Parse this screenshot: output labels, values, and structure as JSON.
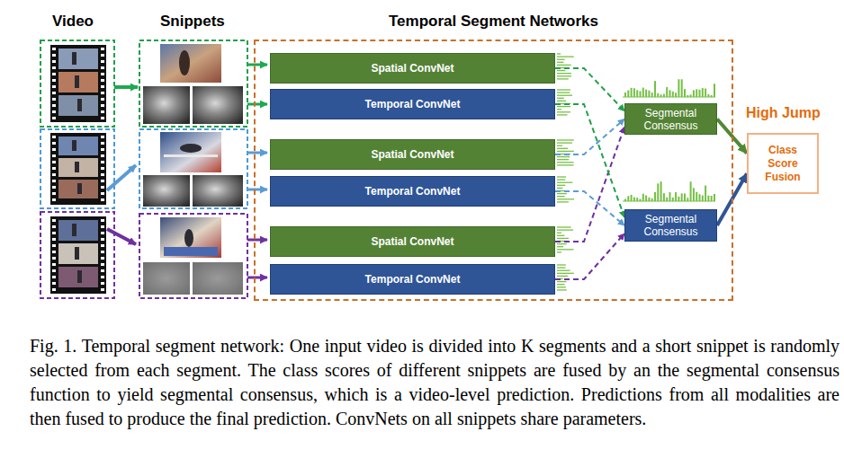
{
  "diagram": {
    "caption": "Fig. 1. Temporal segment network: One input video is divided into K segments and a short snippet is randomly selected from each segment. The class scores of different snippets are fused by an the segmental consensus function to yield segmental consensus, which is a video-level prediction. Predictions from all modalities are then fused to produce the final prediction. ConvNets on all snippets share parameters.",
    "nodes": [
      {
        "text": [
          "Temporal Segment Networks"
        ]
      },
      {
        "text": [
          "Spatial ConvNet"
        ],
        "in": 0
      },
      {
        "text": [
          "Temporal ConvNet"
        ],
        "in": 0
      },
      {
        "text": [
          "Spatial ConvNet"
        ],
        "in": 0
      },
      {
        "text": [
          "Temporal ConvNet"
        ],
        "in": 0
      },
      {
        "text": [
          "Spatial ConvNet"
        ],
        "in": 0
      },
      {
        "text": [
          "Temporal ConvNet"
        ],
        "in": 0
      },
      {
        "text": [
          "Segmental Consensus"
        ],
        "in": 0
      },
      {
        "text": [
          "Segmental Consensus"
        ],
        "in": 0
      },
      {
        "text": [
          "Class Score Fusion"
        ]
      }
    ],
    "edges": [
      {
        "from": 1,
        "to": 7,
        "arrow": "to"
      },
      {
        "from": 3,
        "to": 7,
        "arrow": "to"
      },
      {
        "from": 5,
        "to": 7,
        "arrow": "to"
      },
      {
        "from": 2,
        "to": 8,
        "arrow": "to"
      },
      {
        "from": 4,
        "to": 8,
        "arrow": "to"
      },
      {
        "from": 6,
        "to": 8,
        "arrow": "to"
      },
      {
        "from": 7,
        "to": 9,
        "arrow": "to"
      },
      {
        "from": 8,
        "to": 9,
        "arrow": "to"
      }
    ],
    "labels": [
      "Video",
      "Snippets",
      "High Jump"
    ]
  }
}
